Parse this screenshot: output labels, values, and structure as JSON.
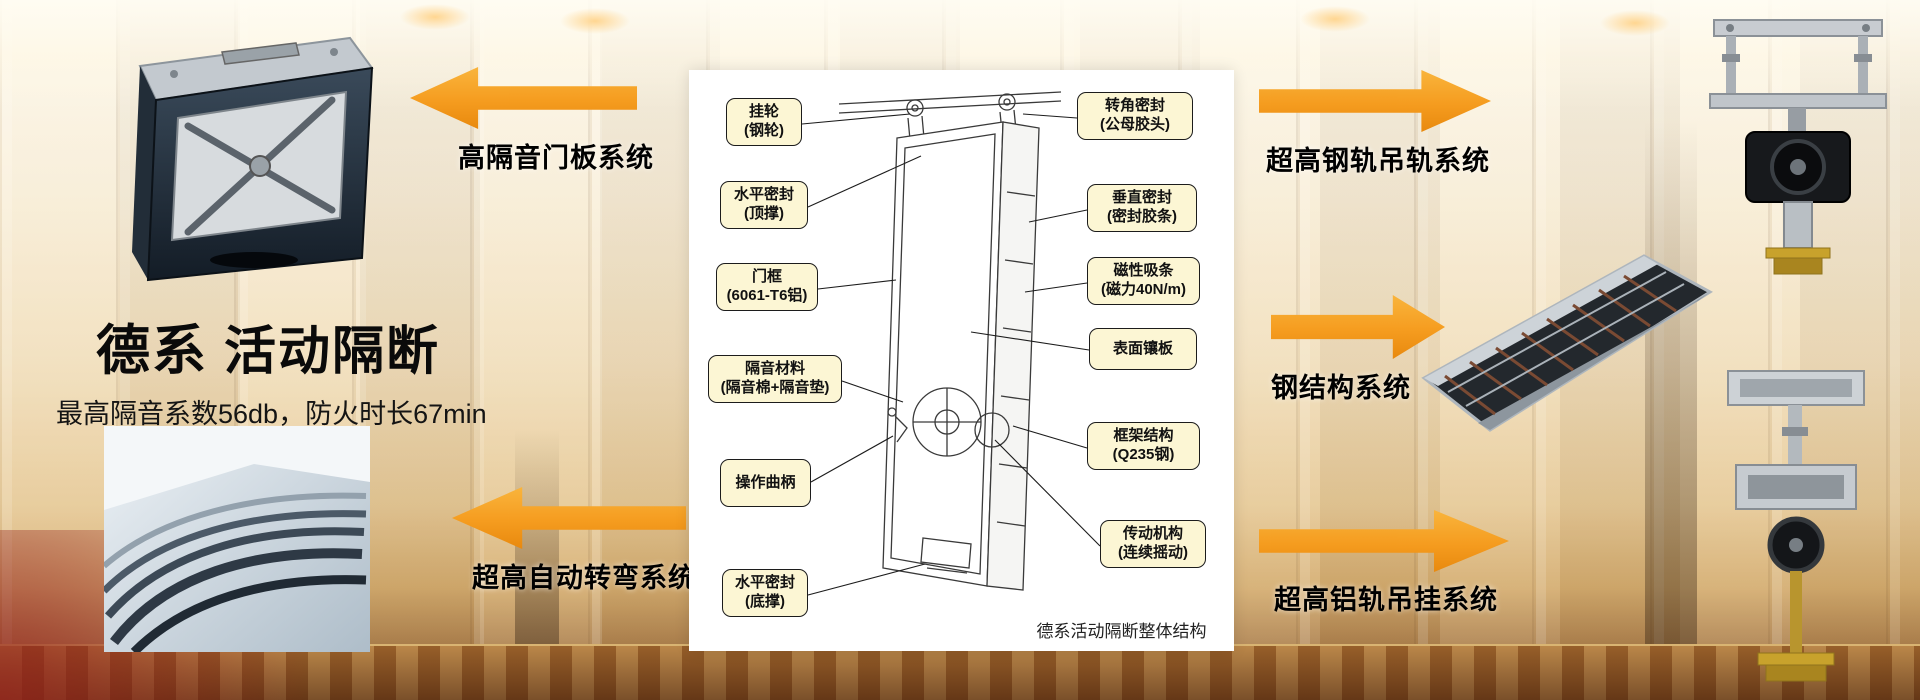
{
  "page": {
    "title_part1": "德系",
    "title_part2": "活动隔断",
    "subtitle": "最高隔音系数56db，防火时长67min"
  },
  "labels": {
    "door_panel_system": "高隔音门板系统",
    "auto_turn_system": "超高自动转弯系统",
    "steel_rail_system": "超高钢轨吊轨系统",
    "steel_structure_system": "钢结构系统",
    "alu_rail_system": "超高铝轨吊挂系统"
  },
  "diagram": {
    "caption": "德系活动隔断整体结构",
    "callouts_left": [
      {
        "label": "挂轮\n(钢轮)"
      },
      {
        "label": "水平密封\n(顶撑)"
      },
      {
        "label": "门框\n(6061-T6铝)"
      },
      {
        "label": "隔音材料\n(隔音棉+隔音垫)"
      },
      {
        "label": "操作曲柄"
      },
      {
        "label": "水平密封\n(底撑)"
      }
    ],
    "callouts_right": [
      {
        "label": "转角密封\n(公母胶头)"
      },
      {
        "label": "垂直密封\n(密封胶条)"
      },
      {
        "label": "磁性吸条\n(磁力40N/m)"
      },
      {
        "label": "表面镶板"
      },
      {
        "label": "框架结构\n(Q235钢)"
      },
      {
        "label": "传动机构\n(连续摇动)"
      }
    ]
  },
  "colors": {
    "arrow_orange": "#F59C1F",
    "callout_bg": "#FCF6D4"
  }
}
